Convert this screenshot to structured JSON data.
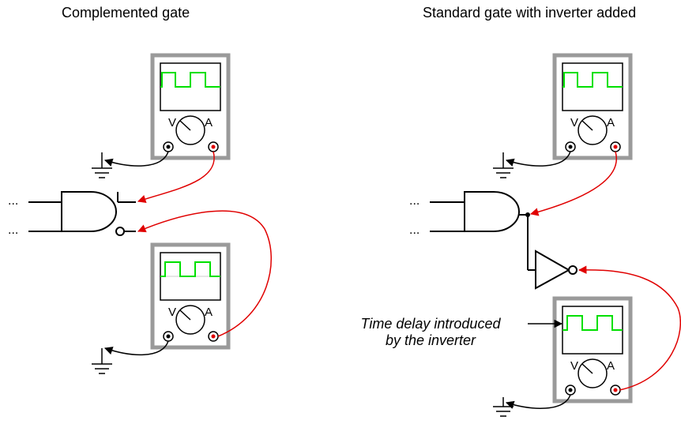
{
  "titles": {
    "left": "Complemented gate",
    "right": "Standard gate with inverter added"
  },
  "annotation": {
    "line1": "Time delay introduced",
    "line2": "by the inverter"
  },
  "input_ellipsis": "...",
  "meter_labels": {
    "volts": "V",
    "amps": "A"
  },
  "colors": {
    "frame": "#9a9a9a",
    "trace": "#00e000",
    "probe_red": "#e00000",
    "probe_black": "#000000",
    "wire": "#000000"
  }
}
